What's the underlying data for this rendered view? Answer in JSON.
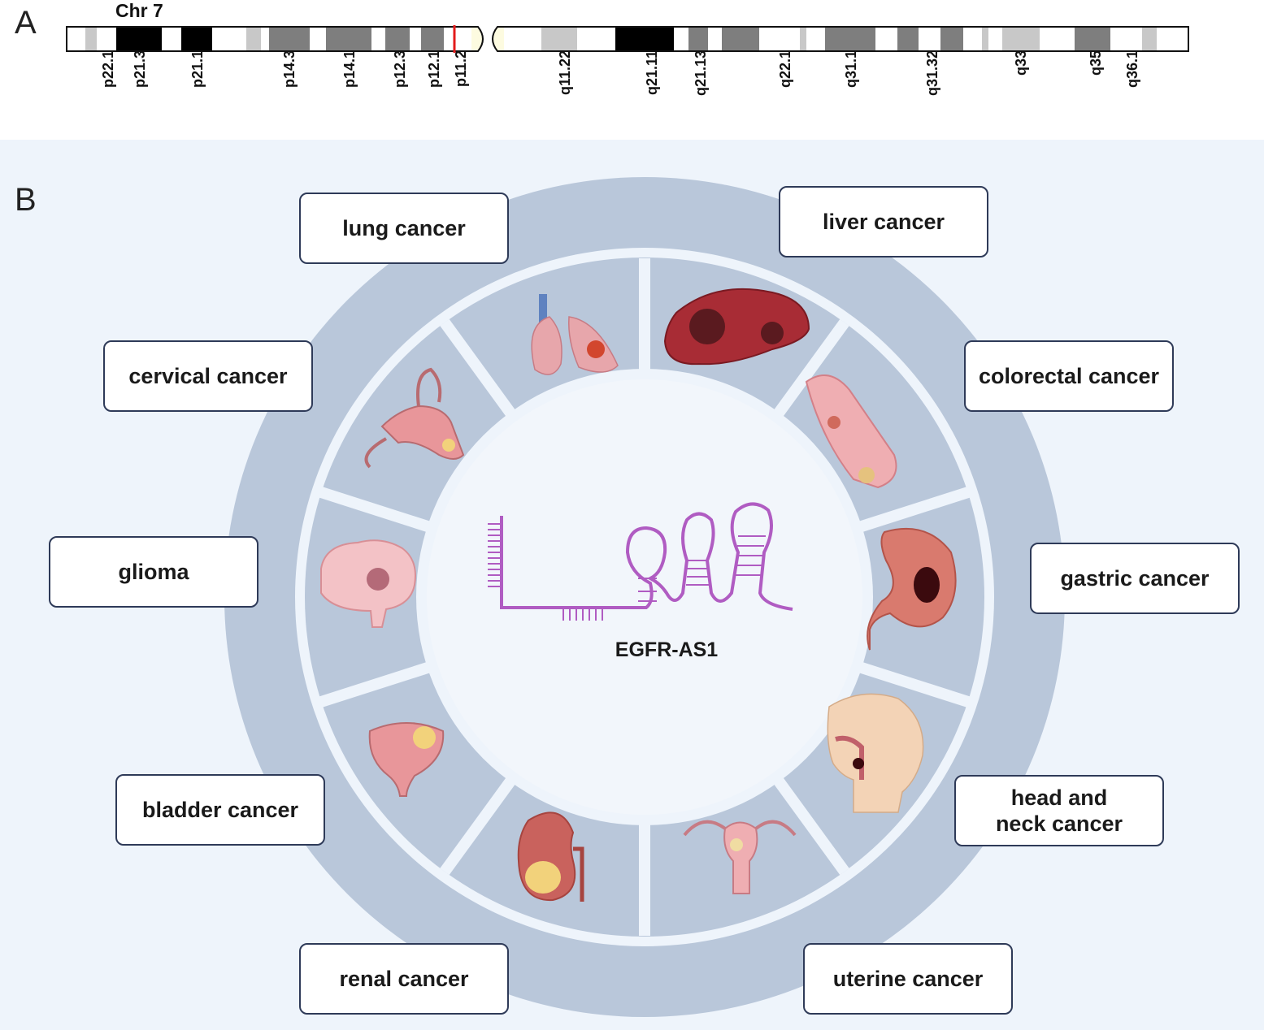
{
  "panel_a": {
    "letter": "A",
    "chromosome": "Chr 7",
    "band_labels": [
      "p22.1",
      "p21.3",
      "p21.1",
      "p14.3",
      "p14.1",
      "p12.3",
      "p12.1",
      "p11.2",
      "q11.22",
      "q21.11",
      "q21.13",
      "q22.1",
      "q31.1",
      "q31.32",
      "q33",
      "q35",
      "q36.1"
    ],
    "marker_color": "#e31b1b"
  },
  "panel_b": {
    "letter": "B",
    "center_label": "EGFR-AS1",
    "rna_color": "#b05cc2",
    "cancers": {
      "lung": "lung cancer",
      "liver": "liver cancer",
      "colorectal": "colorectal cancer",
      "gastric": "gastric cancer",
      "head_neck": "head and\nneck cancer",
      "uterine": "uterine cancer",
      "renal": "renal cancer",
      "bladder": "bladder cancer",
      "glioma": "glioma",
      "cervical": "cervical cancer"
    },
    "organ_icons": [
      "lung-icon",
      "liver-icon",
      "colon-icon",
      "stomach-icon",
      "head-icon",
      "uterus-icon",
      "kidney-icon",
      "bladder-icon",
      "brain-icon",
      "cervix-icon"
    ]
  }
}
